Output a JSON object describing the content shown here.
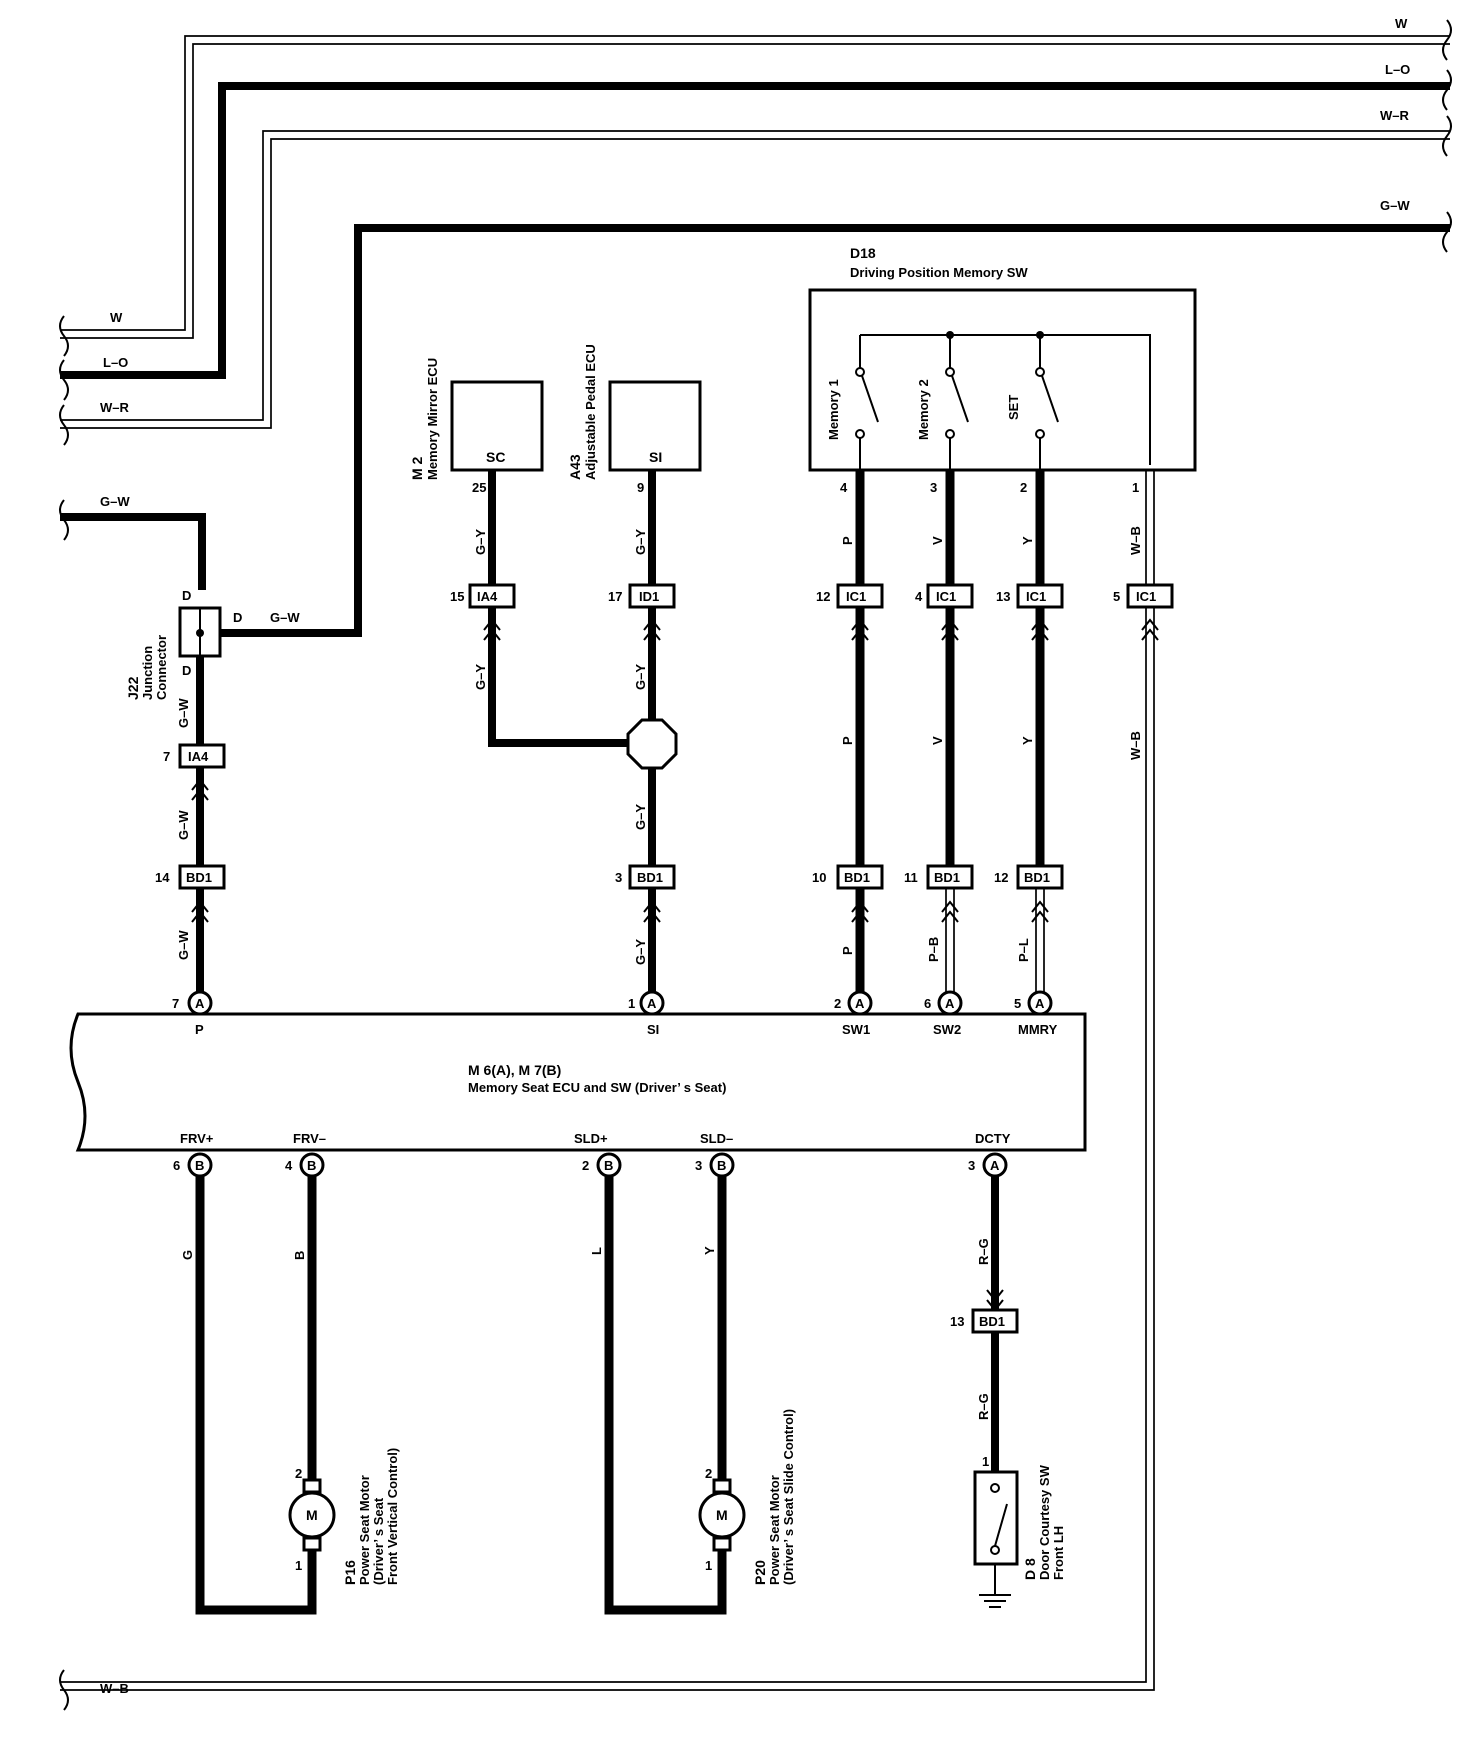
{
  "wires": {
    "top_w": "W",
    "top_lo": "L–O",
    "top_wr": "W–R",
    "top_gw": "G–W",
    "left_w": "W",
    "left_lo": "L–O",
    "left_wr": "W–R",
    "left_gw": "G–W",
    "j22_gw_right": "G–W",
    "gw_a": "G–W",
    "gw_b": "G–W",
    "gw_c": "G–W",
    "gy_m2": "G–Y",
    "gy_a43": "G–Y",
    "gy_left_branch": "G–Y",
    "gy_right_branch": "G–Y",
    "gy_junction_down": "G–Y",
    "gy_to_ecu": "G–Y",
    "p_top": "P",
    "v_top": "V",
    "y_top": "Y",
    "wb_top": "W–B",
    "p_mid": "P",
    "v_mid": "V",
    "y_mid": "Y",
    "wb_mid": "W–B",
    "p_low": "P",
    "pb_low": "P–B",
    "pl_low": "P–L",
    "g_frv": "G",
    "b_frv": "B",
    "l_sld": "L",
    "y_sld": "Y",
    "rg_a": "R–G",
    "rg_b": "R–G",
    "bottom_wb": "W–B"
  },
  "components": {
    "d18_code": "D18",
    "d18_name": "Driving Position Memory SW",
    "mem1": "Memory 1",
    "mem2": "Memory 2",
    "set": "SET",
    "m2_code": "M 2",
    "m2_name": "Memory Mirror ECU",
    "m2_term": "SC",
    "a43_code": "A43",
    "a43_name": "Adjustable Pedal ECU",
    "a43_term": "SI",
    "j22_code": "J22",
    "j22_name1": "Junction",
    "j22_name2": "Connector",
    "j22_d1": "D",
    "j22_d2": "D",
    "j22_d3": "D",
    "ecu_code": "M 6(A), M 7(B)",
    "ecu_name": "Memory Seat ECU and SW (Driver’ s Seat)",
    "ecu_p": "P",
    "ecu_si": "SI",
    "ecu_sw1": "SW1",
    "ecu_sw2": "SW2",
    "ecu_mmry": "MMRY",
    "ecu_frvp": "FRV+",
    "ecu_frvm": "FRV–",
    "ecu_sldp": "SLD+",
    "ecu_sldm": "SLD–",
    "ecu_dcty": "DCTY",
    "p16_code": "P16",
    "p16_l1": "Power Seat Motor",
    "p16_l2": "(Driver’ s Seat",
    "p16_l3": "Front Vertical Control)",
    "p20_code": "P20",
    "p20_l1": "Power Seat Motor",
    "p20_l2": "(Driver’ s Seat Slide Control)",
    "d8_code": "D 8",
    "d8_l1": "Door Courtesy SW",
    "d8_l2": "Front LH",
    "motor": "M"
  },
  "connectors": {
    "ia4_top": "IA4",
    "id1": "ID1",
    "ic1_a": "IC1",
    "ic1_b": "IC1",
    "ic1_c": "IC1",
    "ic1_d": "IC1",
    "ia4_left": "IA4",
    "bd1_a": "BD1",
    "bd1_b": "BD1",
    "bd1_c": "BD1",
    "bd1_d": "BD1",
    "bd1_e": "BD1",
    "bd1_f": "BD1",
    "circ_a": "A",
    "circ_b": "B"
  },
  "pins": {
    "m2_25": "25",
    "a43_9": "9",
    "d18_4": "4",
    "d18_3": "3",
    "d18_2": "2",
    "d18_1": "1",
    "ia4_15": "15",
    "id1_17": "17",
    "ic1_12": "12",
    "ic1_4": "4",
    "ic1_13": "13",
    "ic1_5": "5",
    "ia4_7": "7",
    "bd1_14": "14",
    "bd1_3": "3",
    "bd1_10": "10",
    "bd1_11": "11",
    "bd1_12": "12",
    "ecu_7": "7",
    "ecu_1": "1",
    "ecu_2": "2",
    "ecu_6": "6",
    "ecu_5": "5",
    "ecu_b6": "6",
    "ecu_b4": "4",
    "ecu_b2": "2",
    "ecu_b3": "3",
    "ecu_a3": "3",
    "bd1_13": "13",
    "p16_2": "2",
    "p16_1": "1",
    "p20_2": "2",
    "p20_1": "1",
    "d8_1": "1"
  }
}
